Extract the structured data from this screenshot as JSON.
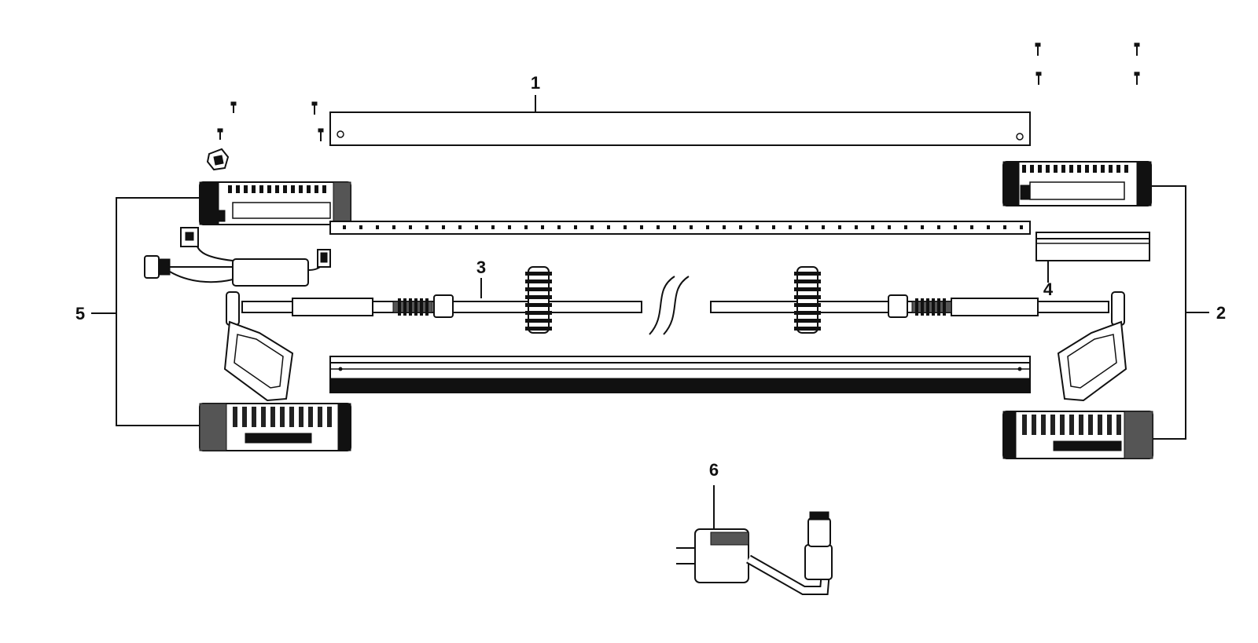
{
  "diagram": {
    "colors": {
      "ink": "#111111",
      "background": "#ffffff"
    },
    "callouts": {
      "c1": "1",
      "c2": "2",
      "c3": "3",
      "c4": "4",
      "c5": "5",
      "c6": "6"
    }
  }
}
